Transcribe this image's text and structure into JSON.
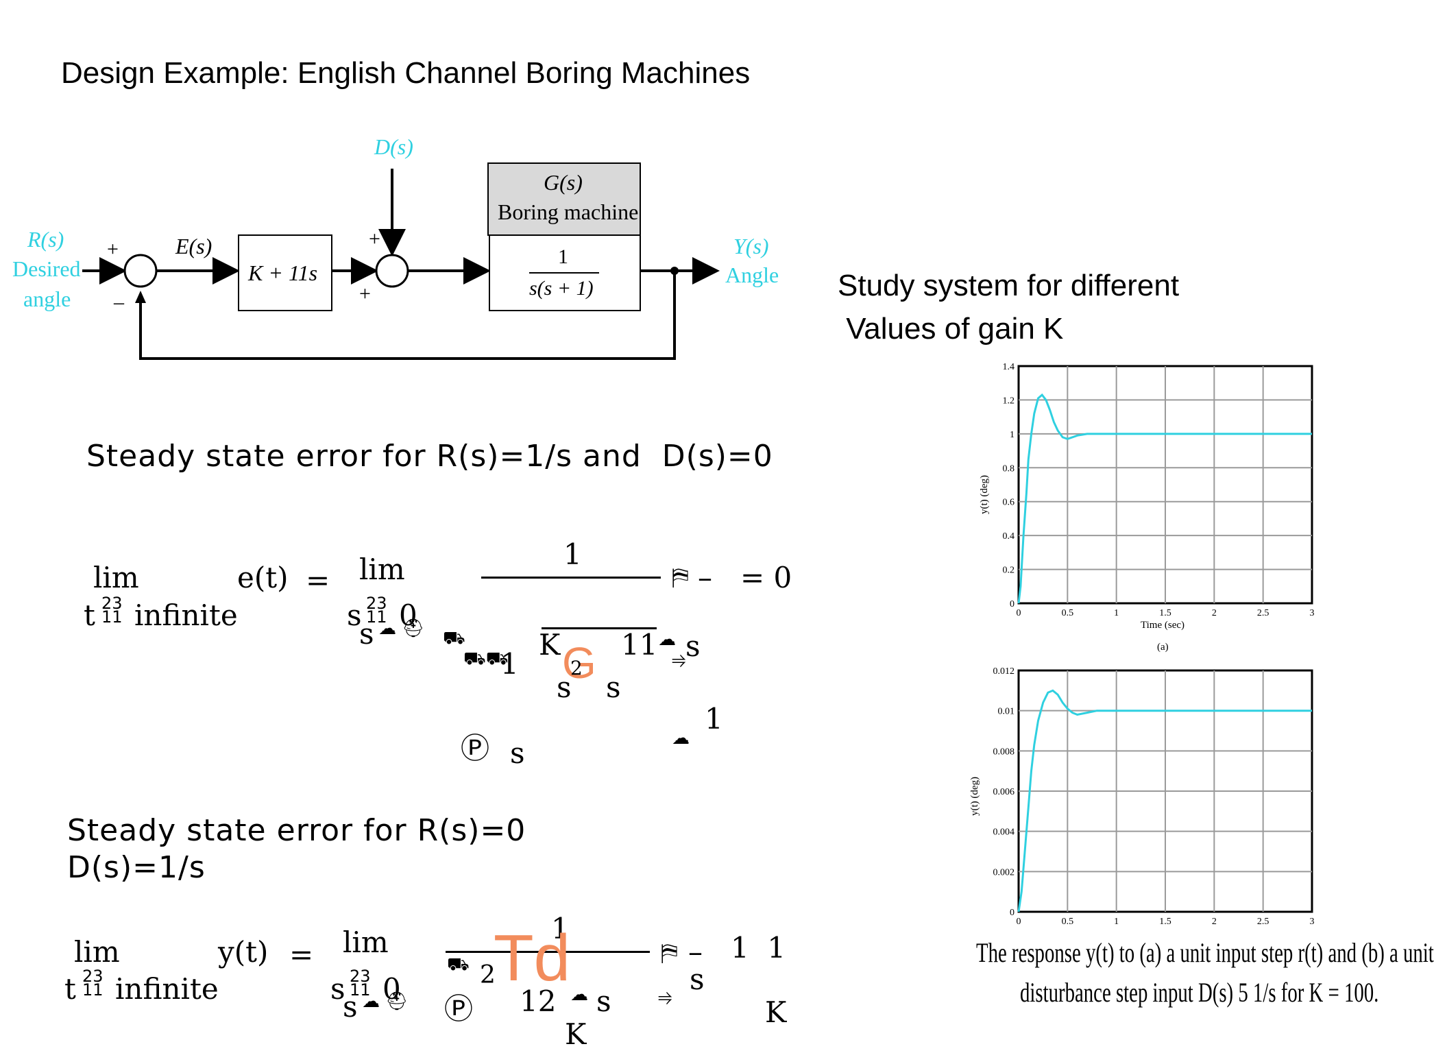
{
  "title": "Design Example: English Channel Boring Machines",
  "block_diagram": {
    "input_label": "R(s)",
    "input_desc_1": "Desired",
    "input_desc_2": "angle",
    "error_label": "E(s)",
    "controller": "K + 11s",
    "disturbance": "D(s)",
    "plant_title": "G(s)",
    "plant_desc": "Boring machine",
    "plant_num": "1",
    "plant_den": "s(s + 1)",
    "output_label": "Y(s)",
    "output_desc": "Angle",
    "plus": "+",
    "minus": "–"
  },
  "study_text_1": "Study system for different",
  "study_text_2": " Values of gain K",
  "heading_1": "Steady state error for R(s)=1/s and  D(s)=0",
  "heading_2_line1": "Steady state error for R(s)=0",
  "heading_2_line2": "D(s)=1/s",
  "eq1": {
    "lim1": "lim",
    "t_arrow": "t",
    "arrow_code": "23\n11",
    "infinite": "infinite",
    "et": "e(t)",
    "eq": "=",
    "lim2": "lim",
    "s_arrow": "s",
    "zero": "0",
    "s_sub": "s",
    "num": "1",
    "eq_zero": "= 0",
    "dash": "–",
    "one_a": "1",
    "K": "K",
    "eleven": "11",
    "s1": "s",
    "G": "G",
    "two": "2",
    "s2": "s",
    "s3": "s",
    "one_b": "1",
    "P": "Ⓟ",
    "s4": "s"
  },
  "eq2": {
    "lim1": "lim",
    "t_arrow": "t",
    "infinite": "infinite",
    "yt": "y(t)",
    "eq": "=",
    "lim2": "lim",
    "s_arrow": "s",
    "zero": "0",
    "s_sub": "s",
    "num": "1",
    "Td": "Td",
    "two": "2",
    "P": "Ⓟ",
    "twelve": "12",
    "s1": "s",
    "s2": "s",
    "K1": "K",
    "ones": "1  1",
    "K2": "K",
    "dash": "–"
  },
  "plot_a": {
    "ylabel": "y(t) (deg)",
    "xlabel": "Time (sec)",
    "sublabel": "(a)",
    "yticks": [
      "0",
      "0.2",
      "0.4",
      "0.6",
      "0.8",
      "1",
      "1.2",
      "1.4"
    ],
    "xticks": [
      "0",
      "0.5",
      "1",
      "1.5",
      "2",
      "2.5",
      "3"
    ]
  },
  "plot_b": {
    "ylabel": "y(t) (deg)",
    "yticks": [
      "0",
      "0.002",
      "0.004",
      "0.006",
      "0.008",
      "0.01",
      "0.012"
    ],
    "xticks": [
      "0",
      "0.5",
      "1",
      "1.5",
      "2",
      "2.5",
      "3"
    ]
  },
  "caption_1": "The response y(t) to (a) a unit input step r(t) and (b) a unit",
  "caption_2": "disturbance step input D(s) 5 1/s for K = 100.",
  "chart_data": [
    {
      "type": "line",
      "xlabel": "Time (sec)",
      "ylabel": "y(t) (deg)",
      "xlim": [
        0,
        3
      ],
      "ylim": [
        0,
        1.4
      ],
      "series": [
        {
          "x": [
            0,
            0.02,
            0.05,
            0.08,
            0.1,
            0.13,
            0.16,
            0.2,
            0.24,
            0.28,
            0.32,
            0.36,
            0.4,
            0.45,
            0.5,
            0.55,
            0.6,
            0.7,
            0.8,
            1.0,
            1.5,
            2.0,
            2.5,
            3.0
          ],
          "y": [
            0,
            0.1,
            0.4,
            0.65,
            0.85,
            1.0,
            1.12,
            1.21,
            1.23,
            1.2,
            1.14,
            1.07,
            1.02,
            0.98,
            0.97,
            0.98,
            0.99,
            1.0,
            1.0,
            1.0,
            1.0,
            1.0,
            1.0,
            1.0
          ]
        }
      ]
    },
    {
      "type": "line",
      "ylabel": "y(t) (deg)",
      "xlim": [
        0,
        3
      ],
      "ylim": [
        0,
        0.012
      ],
      "series": [
        {
          "x": [
            0,
            0.03,
            0.06,
            0.1,
            0.13,
            0.16,
            0.2,
            0.25,
            0.3,
            0.35,
            0.4,
            0.45,
            0.5,
            0.55,
            0.6,
            0.7,
            0.8,
            1.0,
            1.5,
            2.0,
            2.5,
            3.0
          ],
          "y": [
            0,
            0.001,
            0.0028,
            0.0052,
            0.007,
            0.0083,
            0.0095,
            0.0104,
            0.0109,
            0.011,
            0.0108,
            0.0104,
            0.0101,
            0.0099,
            0.0098,
            0.0099,
            0.01,
            0.01,
            0.01,
            0.01,
            0.01,
            0.01
          ]
        }
      ]
    }
  ],
  "colors": {
    "signal_cyan": "#2fd0e0",
    "plant_fill": "#d9d9d9",
    "overlay_orange": "#f28c5c"
  }
}
